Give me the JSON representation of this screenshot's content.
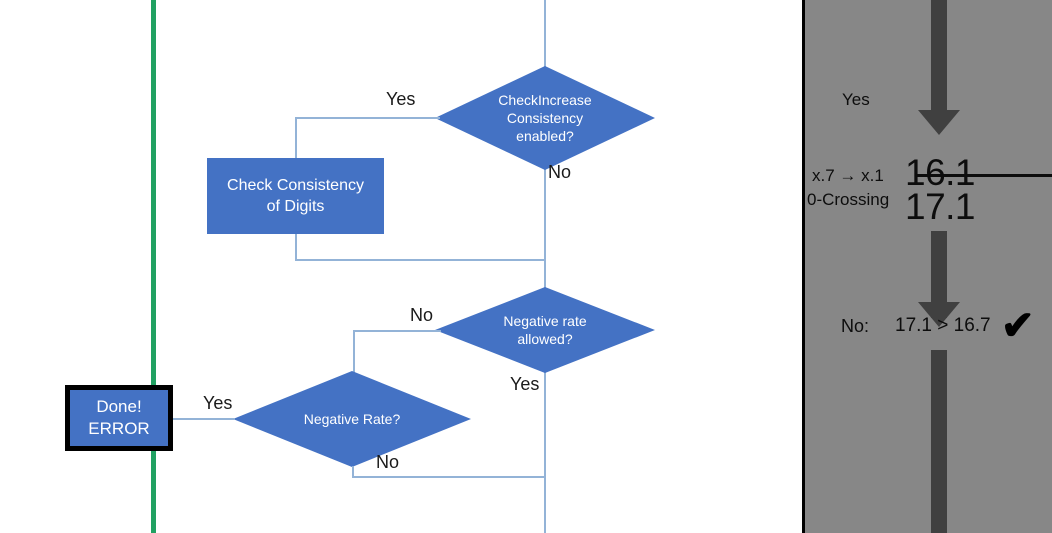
{
  "flowchart": {
    "nodes": {
      "check_increase_diamond": {
        "line1": "CheckIncrease",
        "line2": "Consistency",
        "line3": "enabled?"
      },
      "check_consistency_box": {
        "line1": "Check Consistency",
        "line2": "of Digits"
      },
      "negative_rate_allowed_diamond": {
        "line1": "Negative rate",
        "line2": "allowed?"
      },
      "negative_rate_diamond": {
        "line1": "Negative Rate?"
      },
      "done_error_box": {
        "line1": "Done!",
        "line2": "ERROR"
      }
    },
    "edge_labels": {
      "check_increase_yes": "Yes",
      "check_increase_no": "No",
      "negative_rate_allowed_no": "No",
      "negative_rate_allowed_yes": "Yes",
      "negative_rate_no": "No",
      "done_error_yes": "Yes"
    },
    "colors": {
      "shape_fill": "#4472C4",
      "connector": "#93B3D7",
      "green_marker": "#21A162",
      "shape_text": "#FFFFFF"
    }
  },
  "panel": {
    "background": "#878787",
    "arrow_color": "#404040",
    "yes_label": "Yes",
    "rule_label_line1": "x.7 → x.1",
    "rule_label_line2": "0-Crossing",
    "value_struck": "16.1",
    "value_current": "17.1",
    "result_prefix": "No:",
    "result_comparison": "17.1 > 16.7",
    "check_glyph": "✔"
  }
}
